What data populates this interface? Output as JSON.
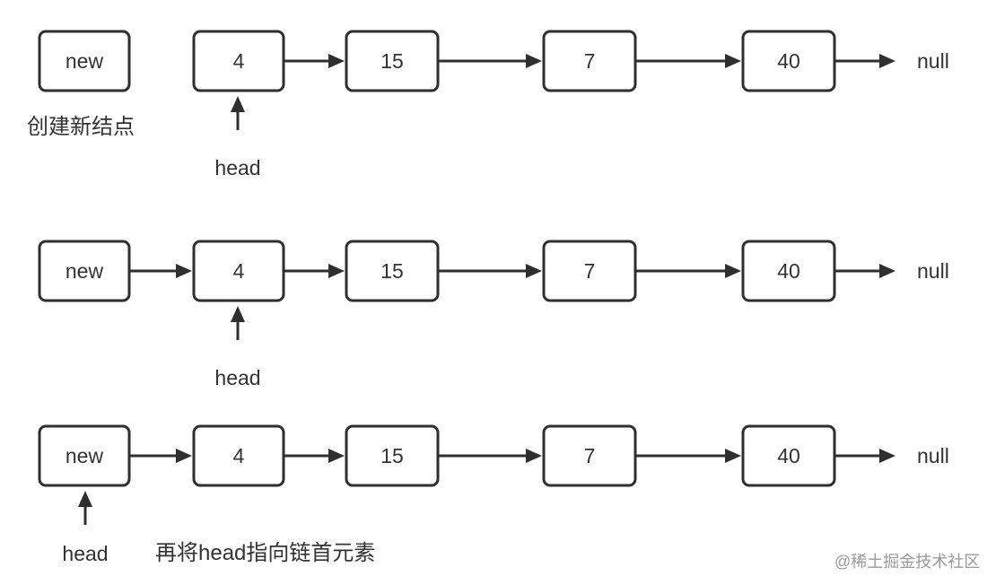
{
  "rows": [
    {
      "nodes": [
        "new",
        "4",
        "15",
        "7",
        "40"
      ],
      "new_linked": false,
      "null_label": "null",
      "head_label": "head",
      "caption": "创建新结点"
    },
    {
      "nodes": [
        "new",
        "4",
        "15",
        "7",
        "40"
      ],
      "new_linked": true,
      "null_label": "null",
      "head_label": "head",
      "caption": ""
    },
    {
      "nodes": [
        "new",
        "4",
        "15",
        "7",
        "40"
      ],
      "new_linked": true,
      "null_label": "null",
      "head_label": "head",
      "caption": "再将head指向链首元素"
    }
  ],
  "watermark": "@稀土掘金技术社区",
  "colors": {
    "stroke": "#2f2f2f",
    "text": "#333333",
    "watermark": "#9a9a9a"
  }
}
